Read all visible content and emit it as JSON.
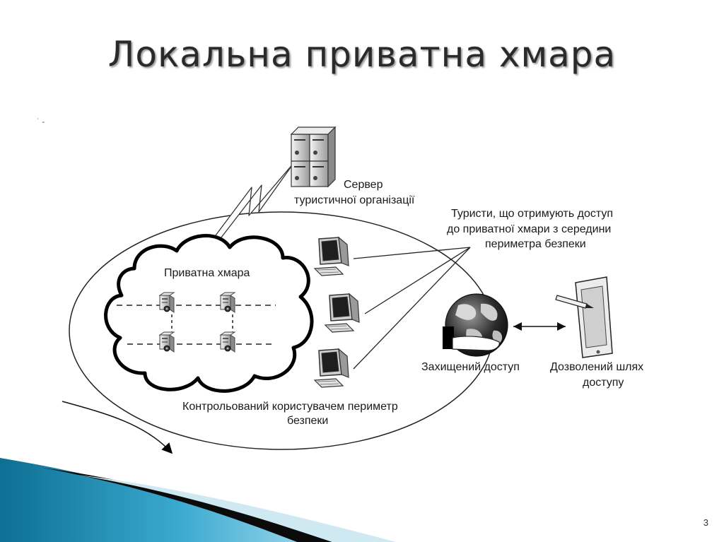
{
  "slide": {
    "title": "Локальна приватна хмара",
    "page_number": "3"
  },
  "diagram": {
    "server_label_line1": "Сервер",
    "server_label_line2": "туристичної організації",
    "cloud_label": "Приватна хмара",
    "tourists_label_line1": "Туристи, що отримують доступ",
    "tourists_label_line2": "до приватної хмари з середини",
    "tourists_label_line3": "периметра безпеки",
    "secure_access_label": "Захищений доступ",
    "allowed_path_line1": "Дозволений шлях",
    "allowed_path_line2": "доступу",
    "perimeter_label_line1": "Контрольований користувачем периметр",
    "perimeter_label_line2": "безпеки"
  }
}
